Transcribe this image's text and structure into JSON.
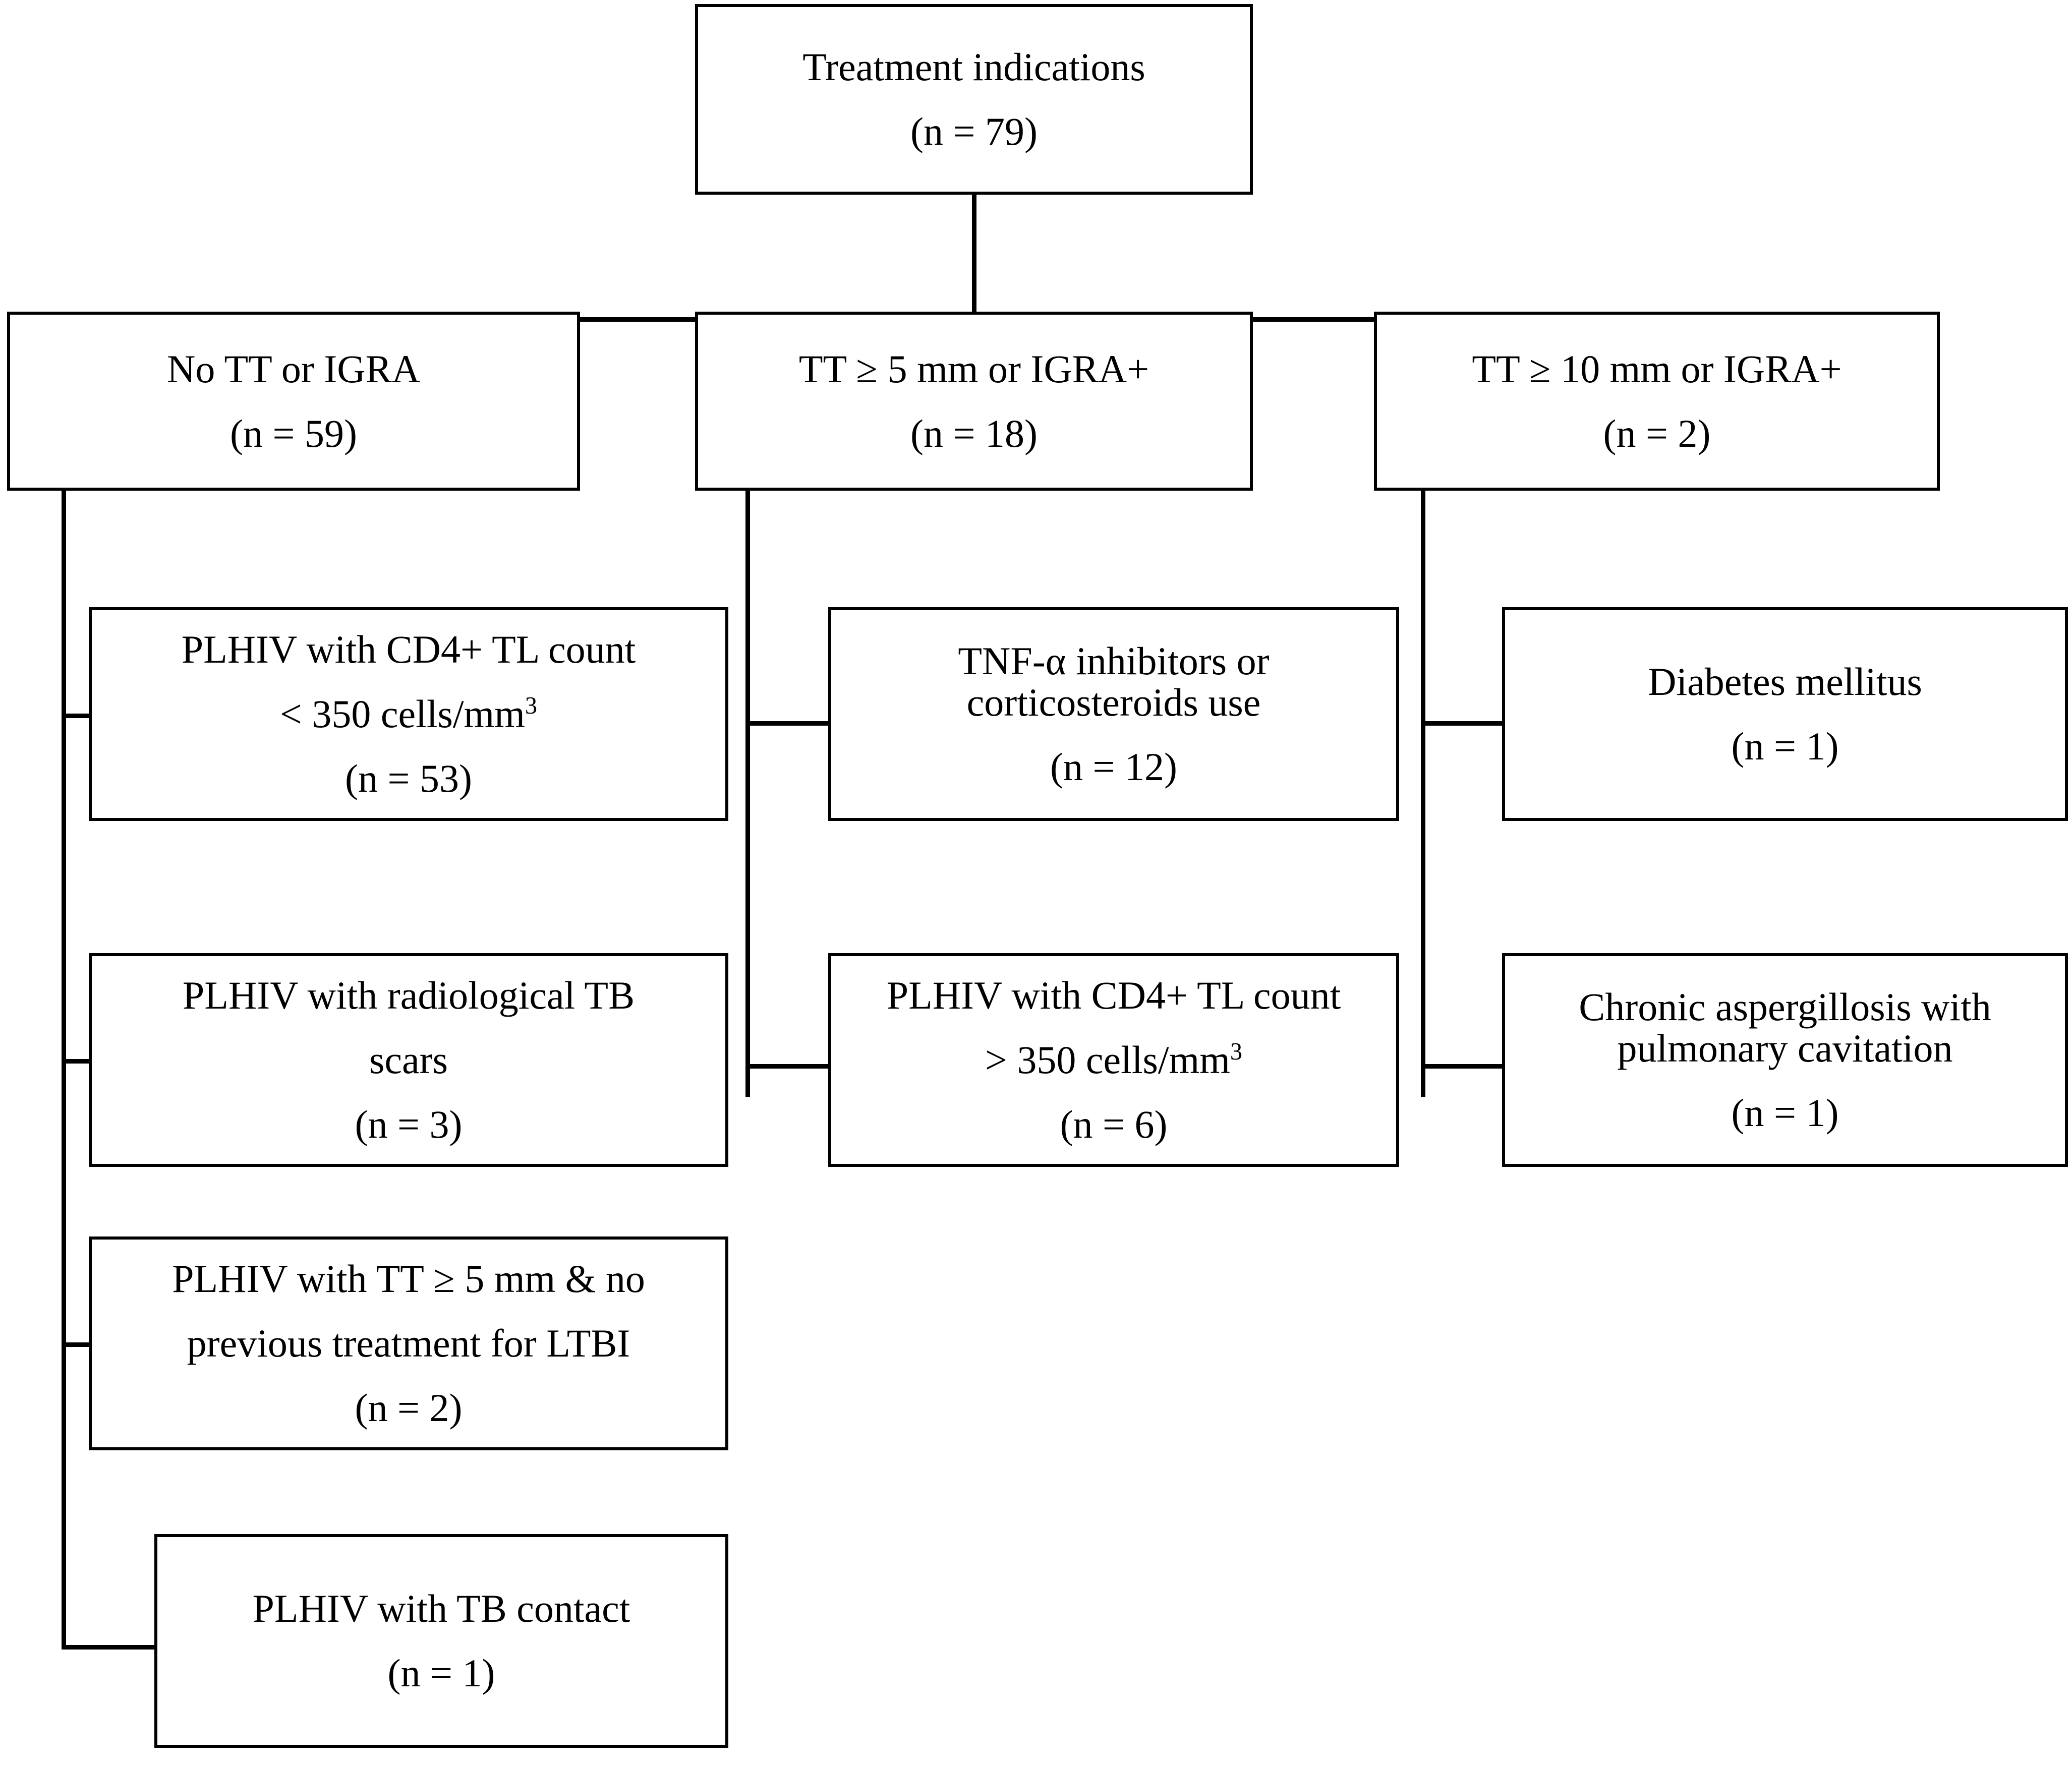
{
  "diagram": {
    "title_node": {
      "line1": "Treatment indications",
      "line2": "(n = 79)"
    },
    "branches": [
      {
        "id": "no-tt-or-igra",
        "header_line1": "No TT or IGRA",
        "header_line2": "(n = 59)",
        "children": [
          {
            "id": "plhiv-cd4-below-350",
            "line1": "PLHIV with CD4+ TL count",
            "line2_pre": "< 350 cells/mm",
            "line2_sup": "3",
            "line3": "(n = 53)"
          },
          {
            "id": "plhiv-radiological-tb-scars",
            "line1": "PLHIV with radiological TB",
            "line2": "scars",
            "line3": "(n = 3)"
          },
          {
            "id": "plhiv-tt-5mm-no-prev-ltbi",
            "line1": "PLHIV with TT ≥ 5 mm & no",
            "line2": "previous treatment for LTBI",
            "line3": "(n = 2)"
          },
          {
            "id": "plhiv-tb-contact",
            "line1": "PLHIV with TB contact",
            "line3": "(n = 1)"
          }
        ]
      },
      {
        "id": "tt-ge-5mm-or-igra-pos",
        "header_line1": "TT ≥ 5 mm or IGRA+",
        "header_line2": "(n = 18)",
        "children": [
          {
            "id": "tnf-alpha-inhibitors-or-corticosteroids",
            "line1": "TNF-α inhibitors or",
            "line2": "corticosteroids use",
            "line3": "(n = 12)"
          },
          {
            "id": "plhiv-cd4-above-350",
            "line1": "PLHIV with CD4+ TL count",
            "line2_pre": "> 350 cells/mm",
            "line2_sup": "3",
            "line3": "(n = 6)"
          }
        ]
      },
      {
        "id": "tt-ge-10mm-or-igra-pos",
        "header_line1": "TT ≥ 10 mm or IGRA+",
        "header_line2": "(n = 2)",
        "children": [
          {
            "id": "diabetes-mellitus",
            "line1": "Diabetes mellitus",
            "line3": "(n = 1)"
          },
          {
            "id": "chronic-aspergillosis-pulmonary-cavitation",
            "line1": "Chronic aspergillosis with",
            "line2": "pulmonary cavitation",
            "line3": "(n = 1)"
          }
        ]
      }
    ],
    "colors": {
      "line": "#000000",
      "box_fill": "#ffffff",
      "text": "#000000"
    }
  }
}
